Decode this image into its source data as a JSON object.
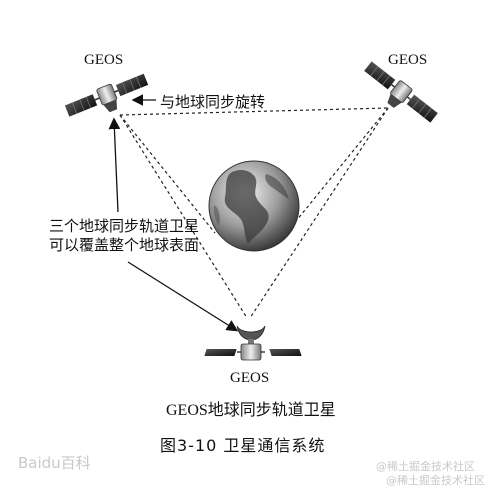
{
  "satellites": {
    "top_left": {
      "label": "GEOS"
    },
    "top_right": {
      "label": "GEOS"
    },
    "bottom": {
      "label": "GEOS"
    }
  },
  "annotations": {
    "sync_rotation": "与地球同步旋转",
    "coverage_line1": "三个地球同步轨道卫星",
    "coverage_line2": "可以覆盖整个地球表面"
  },
  "captions": {
    "diagram_caption": "GEOS地球同步轨道卫星",
    "figure_caption": "图3-10   卫星通信系统"
  },
  "watermarks": {
    "left": "Baidu百科",
    "right_1": "@稀土掘金技术社区",
    "right_2": "@稀土掘金技术社区"
  }
}
